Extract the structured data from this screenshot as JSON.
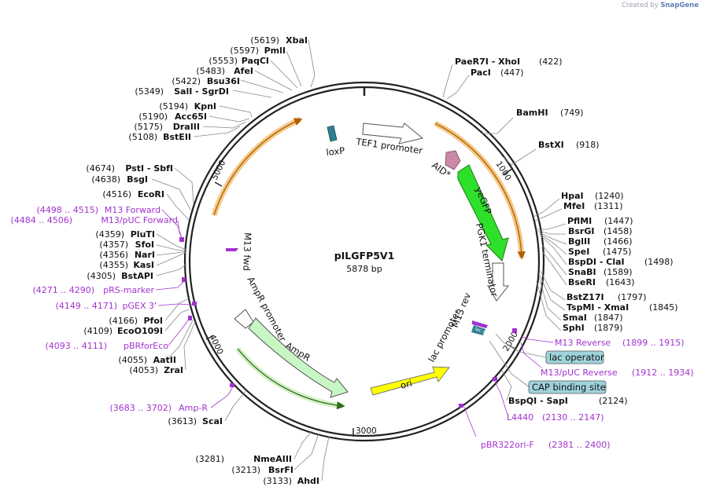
{
  "brand": {
    "prefix": "Created by",
    "name": "SnapGene"
  },
  "plasmid": {
    "name": "pILGFP5V1",
    "length": "5878 bp"
  },
  "ticks": [
    "1000",
    "2000",
    "3000",
    "4000",
    "5000"
  ],
  "features": {
    "loxp": "loxP",
    "tef1": "TEF1 promoter",
    "aid": "AID*",
    "yegfp": "yeGFP",
    "pgk1": "PGK1 terminator",
    "m13fwd": "M13 fwd",
    "m13rev": "M13 rev",
    "lacop_small": "lac op",
    "lacpromoter": "lac promoter",
    "amprpromoter": "AmpR promoter",
    "ampr": "AmpR",
    "ori": "ori"
  },
  "boxed": {
    "lac_operator": "lac operator",
    "cap": "CAP binding site"
  },
  "enzymes_left": [
    {
      "num": "(5619)",
      "name": "XbaI"
    },
    {
      "num": "(5597)",
      "name": "PmlI"
    },
    {
      "num": "(5553)",
      "name": "PaqCI"
    },
    {
      "num": "(5483)",
      "name": "AfeI"
    },
    {
      "num": "(5422)",
      "name": "Bsu36I"
    },
    {
      "num": "(5349)",
      "name": "SalI  - SgrDI"
    },
    {
      "num": "(5194)",
      "name": "KpnI"
    },
    {
      "num": "(5190)",
      "name": "Acc65I"
    },
    {
      "num": "(5175)",
      "name": "DraIII"
    },
    {
      "num": "(5108)",
      "name": "BstEII"
    },
    {
      "num": "(4674)",
      "name": "PstI  - SbfI"
    },
    {
      "num": "(4638)",
      "name": "BsgI"
    },
    {
      "num": "(4516)",
      "name": "EcoRI"
    },
    {
      "num": "(4359)",
      "name": "PluTI"
    },
    {
      "num": "(4357)",
      "name": "SfoI"
    },
    {
      "num": "(4356)",
      "name": "NarI"
    },
    {
      "num": "(4355)",
      "name": "KasI"
    },
    {
      "num": "(4305)",
      "name": "BstAPI"
    },
    {
      "num": "(4166)",
      "name": "PfoI"
    },
    {
      "num": "(4109)",
      "name": "EcoO109I"
    },
    {
      "num": "(4055)",
      "name": "AatII"
    },
    {
      "num": "(4053)",
      "name": "ZraI"
    },
    {
      "num": "(3613)",
      "name": "ScaI"
    },
    {
      "num": "(3281)",
      "name": "NmeAIII"
    },
    {
      "num": "(3213)",
      "name": "BsrFI"
    },
    {
      "num": "(3133)",
      "name": "AhdI"
    }
  ],
  "enzymes_right": [
    {
      "name": "PaeR7I  - XhoI",
      "num": "(422)"
    },
    {
      "name": "PacI",
      "num": "(447)"
    },
    {
      "name": "BamHI",
      "num": "(749)"
    },
    {
      "name": "BstXI",
      "num": "(918)"
    },
    {
      "name": "HpaI",
      "num": "(1240)"
    },
    {
      "name": "MfeI",
      "num": "(1311)"
    },
    {
      "name": "PflMI",
      "num": "(1447)"
    },
    {
      "name": "BsrGI",
      "num": "(1458)"
    },
    {
      "name": "BglII",
      "num": "(1466)"
    },
    {
      "name": "SpeI",
      "num": "(1475)"
    },
    {
      "name": "BspDI  - ClaI",
      "num": "(1498)"
    },
    {
      "name": "SnaBI",
      "num": "(1589)"
    },
    {
      "name": "BseRI",
      "num": "(1643)"
    },
    {
      "name": "BstZ17I",
      "num": "(1797)"
    },
    {
      "name": "TspMI  - XmaI",
      "num": "(1845)"
    },
    {
      "name": "SmaI",
      "num": "(1847)"
    },
    {
      "name": "SphI",
      "num": "(1879)"
    },
    {
      "name": "BspQI  - SapI",
      "num": "(2124)"
    }
  ],
  "primers_left": [
    {
      "range": "(4498 .. 4515)",
      "name": "M13 Forward"
    },
    {
      "range": "(4484 .. 4506)",
      "name": "M13/pUC Forward"
    },
    {
      "range": "(4271 .. 4290)",
      "name": "pRS-marker"
    },
    {
      "range": "(4149 .. 4171)",
      "name": "pGEX 3'"
    },
    {
      "range": "(4093 .. 4111)",
      "name": "pBRforEco"
    },
    {
      "range": "(3683 .. 3702)",
      "name": "Amp-R"
    }
  ],
  "primers_right": [
    {
      "name": "M13 Reverse",
      "range": "(1899 .. 1915)"
    },
    {
      "name": "M13/pUC Reverse",
      "range": "(1912 .. 1934)"
    },
    {
      "name": "L4440",
      "range": "(2130 .. 2147)"
    },
    {
      "name": "pBR322ori-F",
      "range": "(2381 .. 2400)"
    }
  ],
  "colors": {
    "backbone": "#222222",
    "primer": "#a133cf",
    "yegfp": "#2fe02a",
    "ori": "#ffff00",
    "ampr": "#c8f7c5",
    "aid": "#c88aa8",
    "loxp": "#2e7f8f",
    "orf_arc": "#f0a830",
    "box_fill": "#9fd3dc"
  }
}
